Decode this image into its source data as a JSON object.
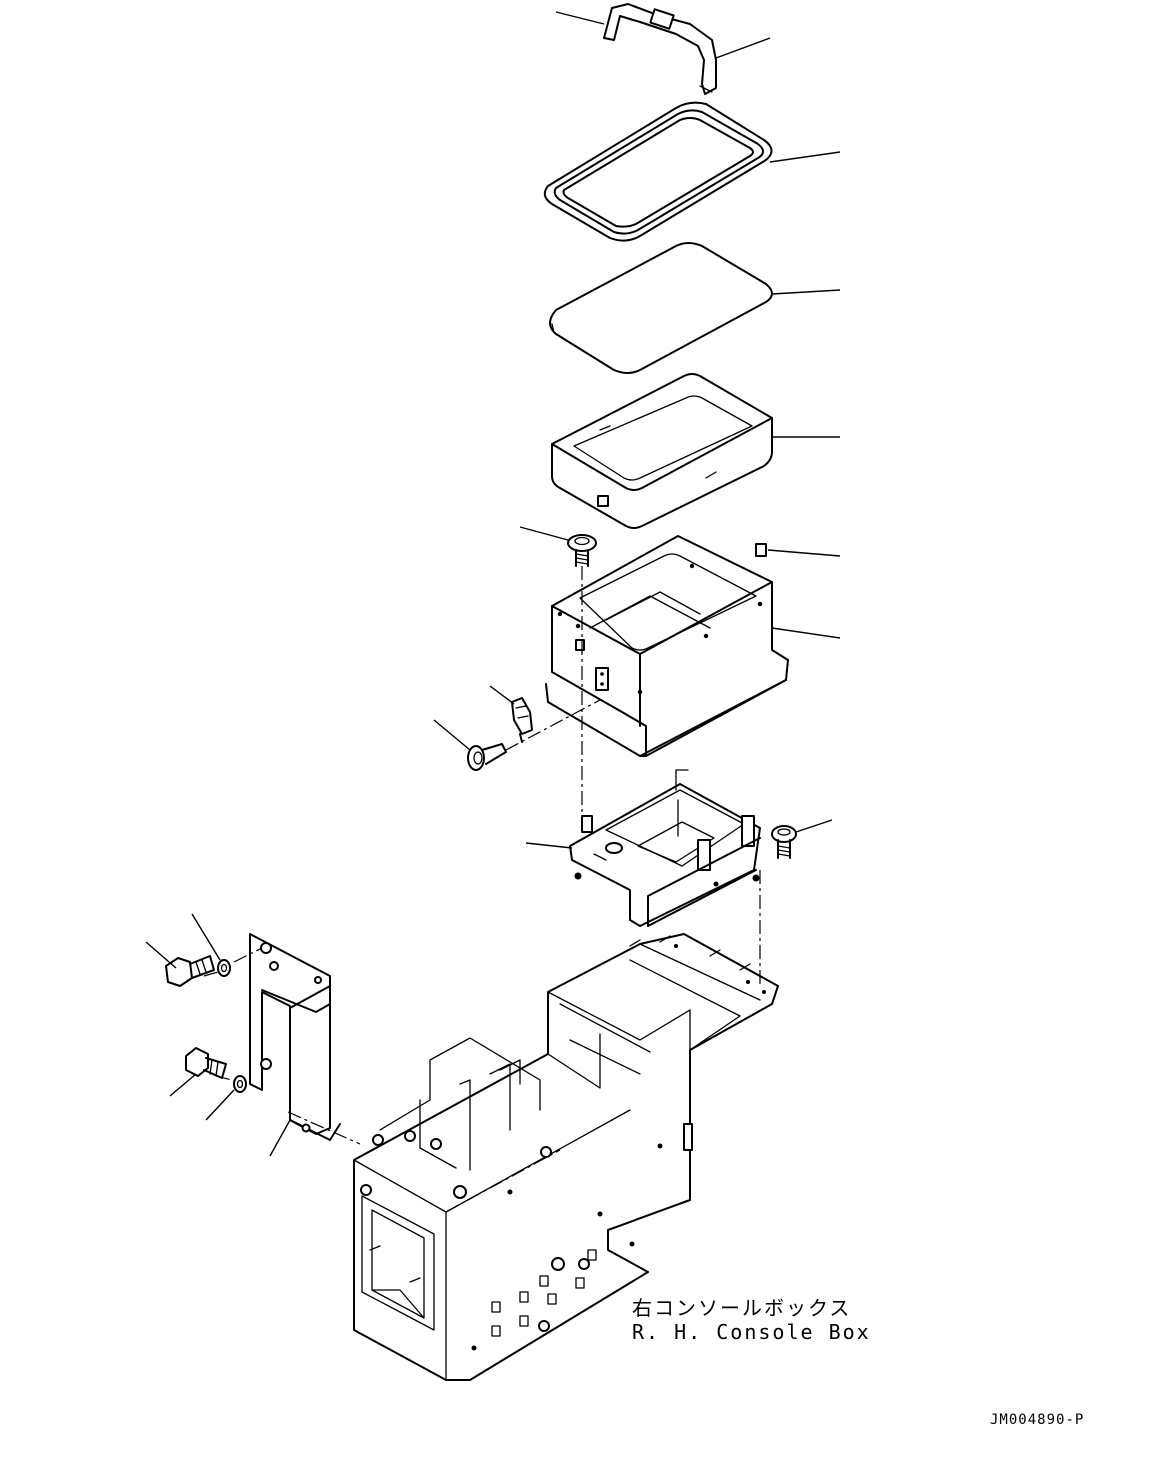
{
  "diagram": {
    "caption_jp": "右コンソールボックス",
    "caption_en": "R. H. Console Box",
    "drawing_id": "JM004890-P"
  },
  "parts": [
    {
      "name": "strap",
      "icon": "strap-icon"
    },
    {
      "name": "gasket-ring",
      "icon": "gasket-icon"
    },
    {
      "name": "mat-plate",
      "icon": "mat-icon"
    },
    {
      "name": "tray",
      "icon": "tray-icon"
    },
    {
      "name": "bolt",
      "icon": "bolt-icon"
    },
    {
      "name": "cap-nut",
      "icon": "nut-icon"
    },
    {
      "name": "box",
      "icon": "box-icon"
    },
    {
      "name": "latch",
      "icon": "latch-icon"
    },
    {
      "name": "bracket-frame",
      "icon": "bracket-icon"
    },
    {
      "name": "side-plate",
      "icon": "plate-icon"
    },
    {
      "name": "washer",
      "icon": "washer-icon"
    },
    {
      "name": "console-frame",
      "icon": "frame-icon"
    }
  ]
}
